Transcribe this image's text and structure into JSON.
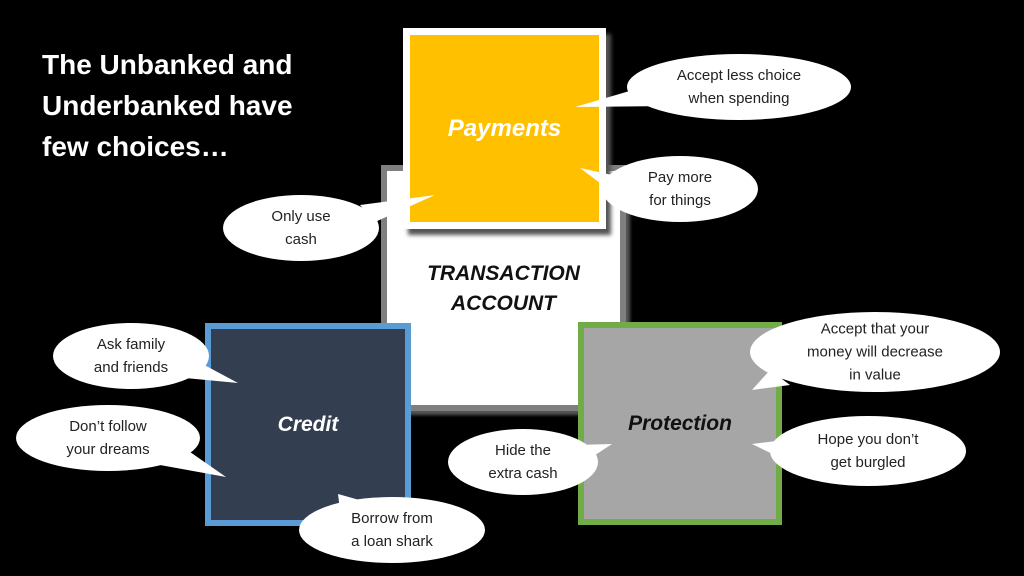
{
  "title": {
    "lines": [
      "The Unbanked and",
      "Underbanked have",
      "few choices…"
    ]
  },
  "center": {
    "lines": [
      "TRANSACTION",
      "ACCOUNT"
    ]
  },
  "boxes": {
    "payments": {
      "label": "Payments",
      "fill": "#FFC000"
    },
    "credit": {
      "label": "Credit",
      "fill": "#333F50",
      "border": "#5B9BD5"
    },
    "protection": {
      "label": "Protection",
      "fill": "#A6A6A6",
      "border": "#70AD47"
    }
  },
  "bubbles": {
    "accept_less": [
      "Accept less choice",
      "when spending"
    ],
    "pay_more": [
      "Pay more",
      "for things"
    ],
    "only_cash": [
      "Only use",
      "cash"
    ],
    "ask_family": [
      "Ask family",
      "and friends"
    ],
    "dreams": [
      "Don’t follow",
      "your dreams"
    ],
    "loan_shark": [
      "Borrow from",
      "a loan shark"
    ],
    "decrease": [
      "Accept that your",
      "money will decrease",
      "in value"
    ],
    "hide_cash": [
      "Hide the",
      "extra cash"
    ],
    "burgled": [
      "Hope you don’t",
      "get burgled"
    ]
  }
}
